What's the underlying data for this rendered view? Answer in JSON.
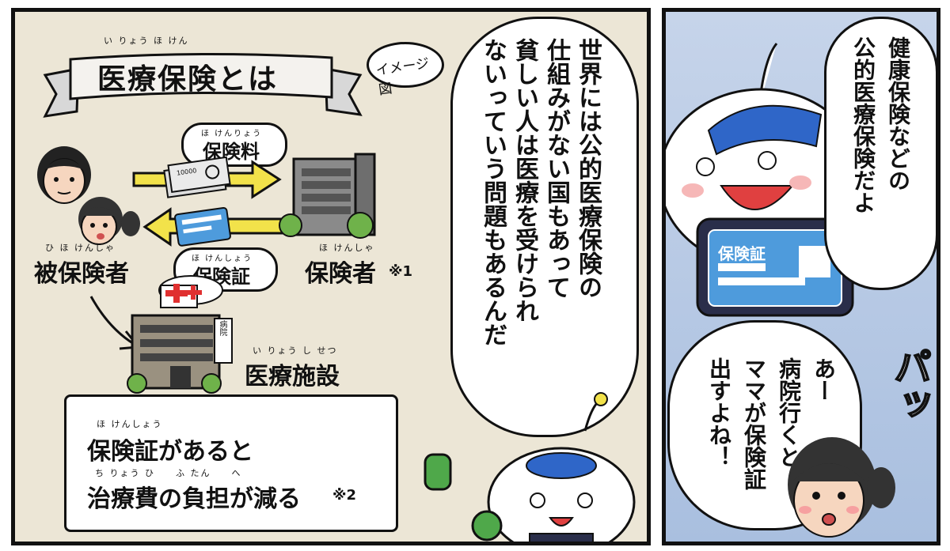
{
  "left_panel": {
    "diagram_title": "医療保険とは",
    "diagram_title_ruby": "い りょう ほ けん",
    "image_tag": "イメージ図",
    "premium_label": "保険料",
    "premium_ruby": "ほ けんりょう",
    "card_label": "保険証",
    "card_ruby": "ほ けんしょう",
    "insured_label": "被保険者",
    "insured_ruby": "ひ ほ けんしゃ",
    "insurer_label": "保険者",
    "insurer_ruby": "ほ けんしゃ",
    "insurer_note": "※1",
    "facility_label": "医療施設",
    "facility_ruby": "い りょう し せつ",
    "hospital_sign": "病院",
    "banknote_text": "10000",
    "caption_line1": "保険証があると",
    "caption_line1_ruby": "ほ けんしょう",
    "caption_line2": "治療費の負担が減る",
    "caption_line2_ruby": "ち りょう ひ　　ふ たん　　へ",
    "caption_note": "※2",
    "speech_lines": [
      "世界には公的医療保険の",
      "仕組みがない国もあって",
      "貧しい人は医療を受けられ",
      "ないっていう問題もあるんだ"
    ]
  },
  "right_panel": {
    "mascot_speech_lines": [
      "健康保険などの",
      "公的医療保険だよ"
    ],
    "card_text": "保険証",
    "sfx": "パッ",
    "girl_speech_lines": [
      "あー",
      "病院行くと",
      "ママが保険証",
      "出すよね！"
    ]
  },
  "colors": {
    "panel_bg": "#ece6d6",
    "sky_top": "#c6d4ea",
    "arrow_yellow": "#f2e24a",
    "cross_red": "#e03030",
    "mascot_blue": "#2f66c8",
    "card_blue": "#4e9bdc"
  }
}
